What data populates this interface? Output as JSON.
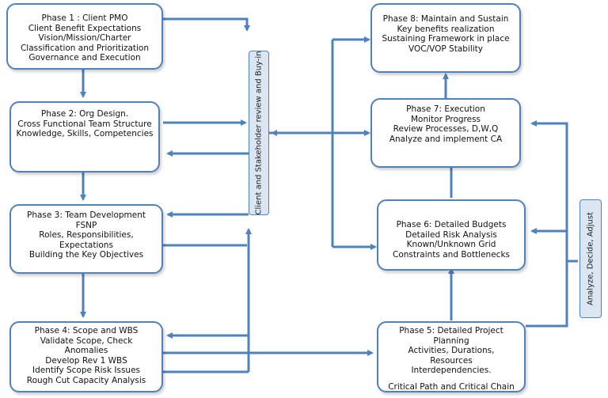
{
  "phases": {
    "p1": [
      "Phase 1 : Client PMO",
      "Client Benefit Expectations",
      "Vision/Mission/Charter",
      "Classification and Prioritization",
      "Governance and Execution"
    ],
    "p2": [
      "Phase 2: Org Design.",
      "Cross Functional Team Structure",
      "Knowledge, Skills, Competencies"
    ],
    "p3": [
      "Phase 3: Team Development",
      "FSNP",
      "Roles, Responsibilities,",
      "Expectations",
      "Building the Key Objectives"
    ],
    "p4": [
      "Phase 4: Scope and WBS",
      "Validate Scope, Check",
      "Anomalies",
      "Develop Rev 1 WBS",
      "Identify Scope Risk Issues",
      "Rough Cut Capacity Analysis"
    ],
    "p5": [
      "Phase 5: Detailed Project",
      "Planning",
      "Activities, Durations,",
      "Resources",
      "Interdependencies.",
      "",
      "Critical Path and Critical Chain"
    ],
    "p6": [
      "Phase 6: Detailed Budgets",
      "Detailed Risk Analysis",
      "Known/Unknown Grid",
      "Constraints and Bottlenecks"
    ],
    "p7": [
      "Phase 7: Execution",
      "Monitor Progress",
      "Review Processes, D,W,Q",
      "Analyze and implement CA"
    ],
    "p8": [
      "Phase 8: Maintain and Sustain",
      "Key benefits realization",
      "Sustaining Framework in place",
      "VOC/VOP Stability"
    ]
  },
  "labels": {
    "review": "Client and Stakeholder review and Buy-in",
    "analyze": "Analyze, Decide, Adjust"
  },
  "colors": {
    "arrow": "#4f81bd",
    "box_border": "#4f81bd",
    "label_fill": "#dce6f2"
  }
}
